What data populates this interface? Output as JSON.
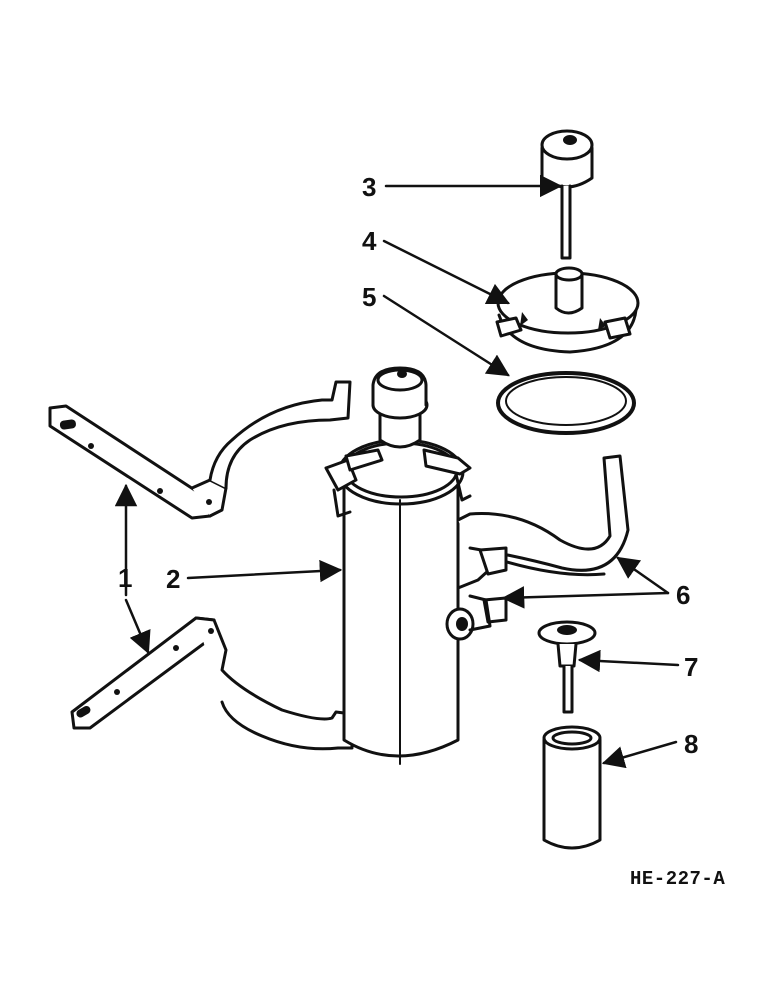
{
  "diagram": {
    "reference_code": "HE-227-A",
    "callouts": [
      {
        "id": "1",
        "label": "1"
      },
      {
        "id": "2",
        "label": "2"
      },
      {
        "id": "3",
        "label": "3"
      },
      {
        "id": "4",
        "label": "4"
      },
      {
        "id": "5",
        "label": "5"
      },
      {
        "id": "6",
        "label": "6"
      },
      {
        "id": "7",
        "label": "7"
      },
      {
        "id": "8",
        "label": "8"
      }
    ]
  }
}
